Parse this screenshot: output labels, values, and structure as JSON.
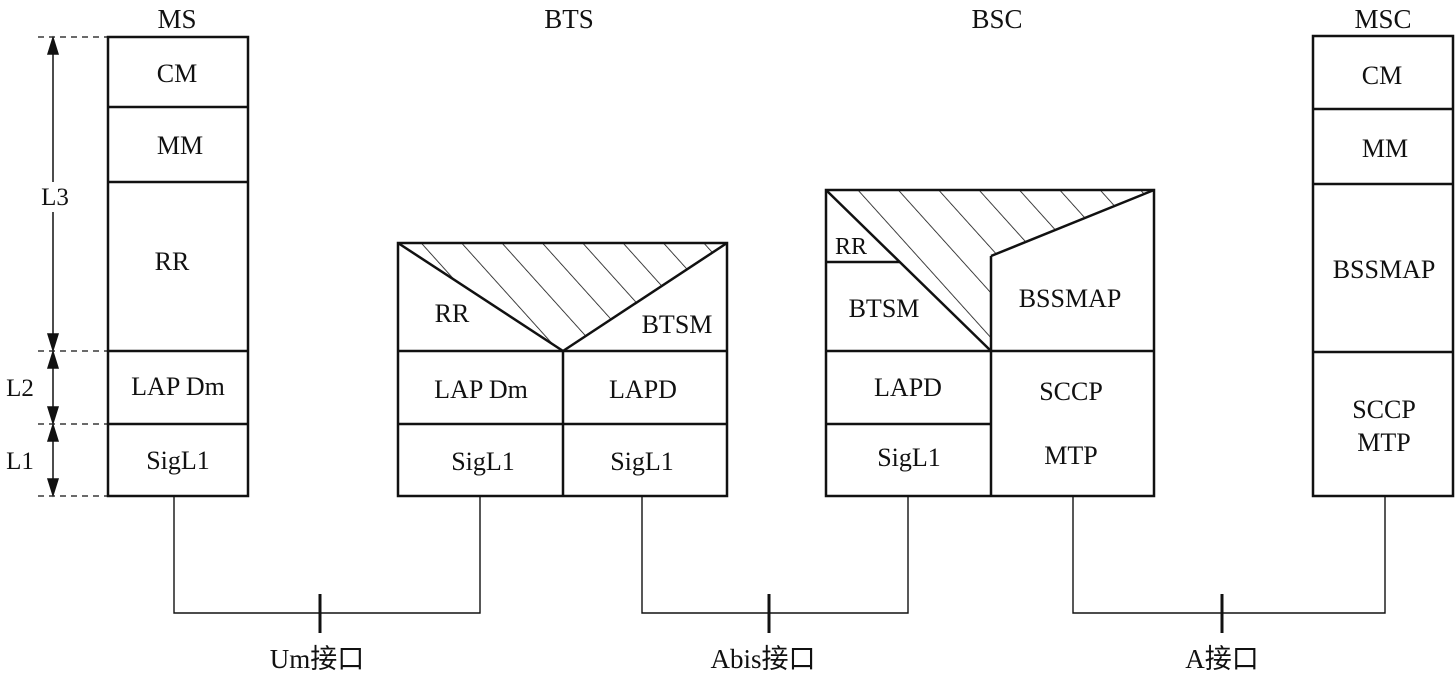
{
  "entities": {
    "ms": "MS",
    "bts": "BTS",
    "bsc": "BSC",
    "msc": "MSC"
  },
  "layers": {
    "l3": "L3",
    "l2": "L2",
    "l1": "L1"
  },
  "ms_stack": {
    "cm": "CM",
    "mm": "MM",
    "rr": "RR",
    "lapdm": "LAP Dm",
    "sigl1": "SigL1"
  },
  "bts_stack": {
    "rr": "RR",
    "btsm": "BTSM",
    "lapdm": "LAP Dm",
    "lapd": "LAPD",
    "sigl1_left": "SigL1",
    "sigl1_right": "SigL1"
  },
  "bsc_stack": {
    "rr": "RR",
    "btsm": "BTSM",
    "bssmap": "BSSMAP",
    "lapd": "LAPD",
    "sigl1": "SigL1",
    "sccp": "SCCP",
    "mtp": "MTP"
  },
  "msc_stack": {
    "cm": "CM",
    "mm": "MM",
    "bssmap": "BSSMAP",
    "sccp": "SCCP",
    "mtp": "MTP"
  },
  "interfaces": {
    "um": "Um接口",
    "abis": "Abis接口",
    "a": "A接口"
  }
}
